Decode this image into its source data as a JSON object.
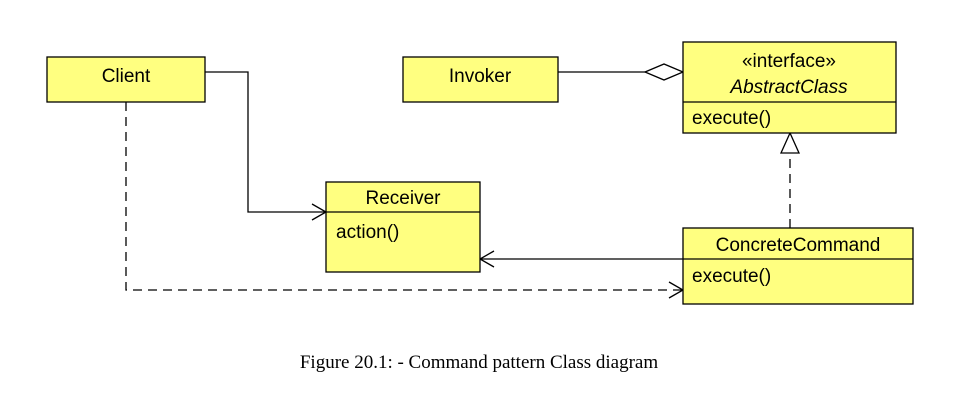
{
  "diagram": {
    "type": "UML class diagram",
    "box_fill": "#ffff80",
    "classes": {
      "client": {
        "name": "Client"
      },
      "invoker": {
        "name": "Invoker"
      },
      "abstract": {
        "stereotype": "«interface»",
        "name": "AbstractClass",
        "method": "execute()"
      },
      "receiver": {
        "name": "Receiver",
        "method": "action()"
      },
      "concrete": {
        "name": "ConcreteCommand",
        "method": "execute()"
      }
    },
    "relations": [
      {
        "from": "Client",
        "to": "Receiver",
        "kind": "association",
        "line": "solid",
        "head": "open-arrow"
      },
      {
        "from": "Client",
        "to": "ConcreteCommand",
        "kind": "dependency",
        "line": "dashed",
        "head": "open-arrow"
      },
      {
        "from": "Invoker",
        "to": "AbstractClass",
        "kind": "aggregation",
        "line": "solid",
        "head": "hollow-diamond"
      },
      {
        "from": "ConcreteCommand",
        "to": "AbstractClass",
        "kind": "realization",
        "line": "dashed",
        "head": "hollow-triangle"
      },
      {
        "from": "ConcreteCommand",
        "to": "Receiver",
        "kind": "association",
        "line": "solid",
        "head": "open-arrow"
      }
    ]
  },
  "caption": "Figure 20.1: - Command pattern Class diagram"
}
